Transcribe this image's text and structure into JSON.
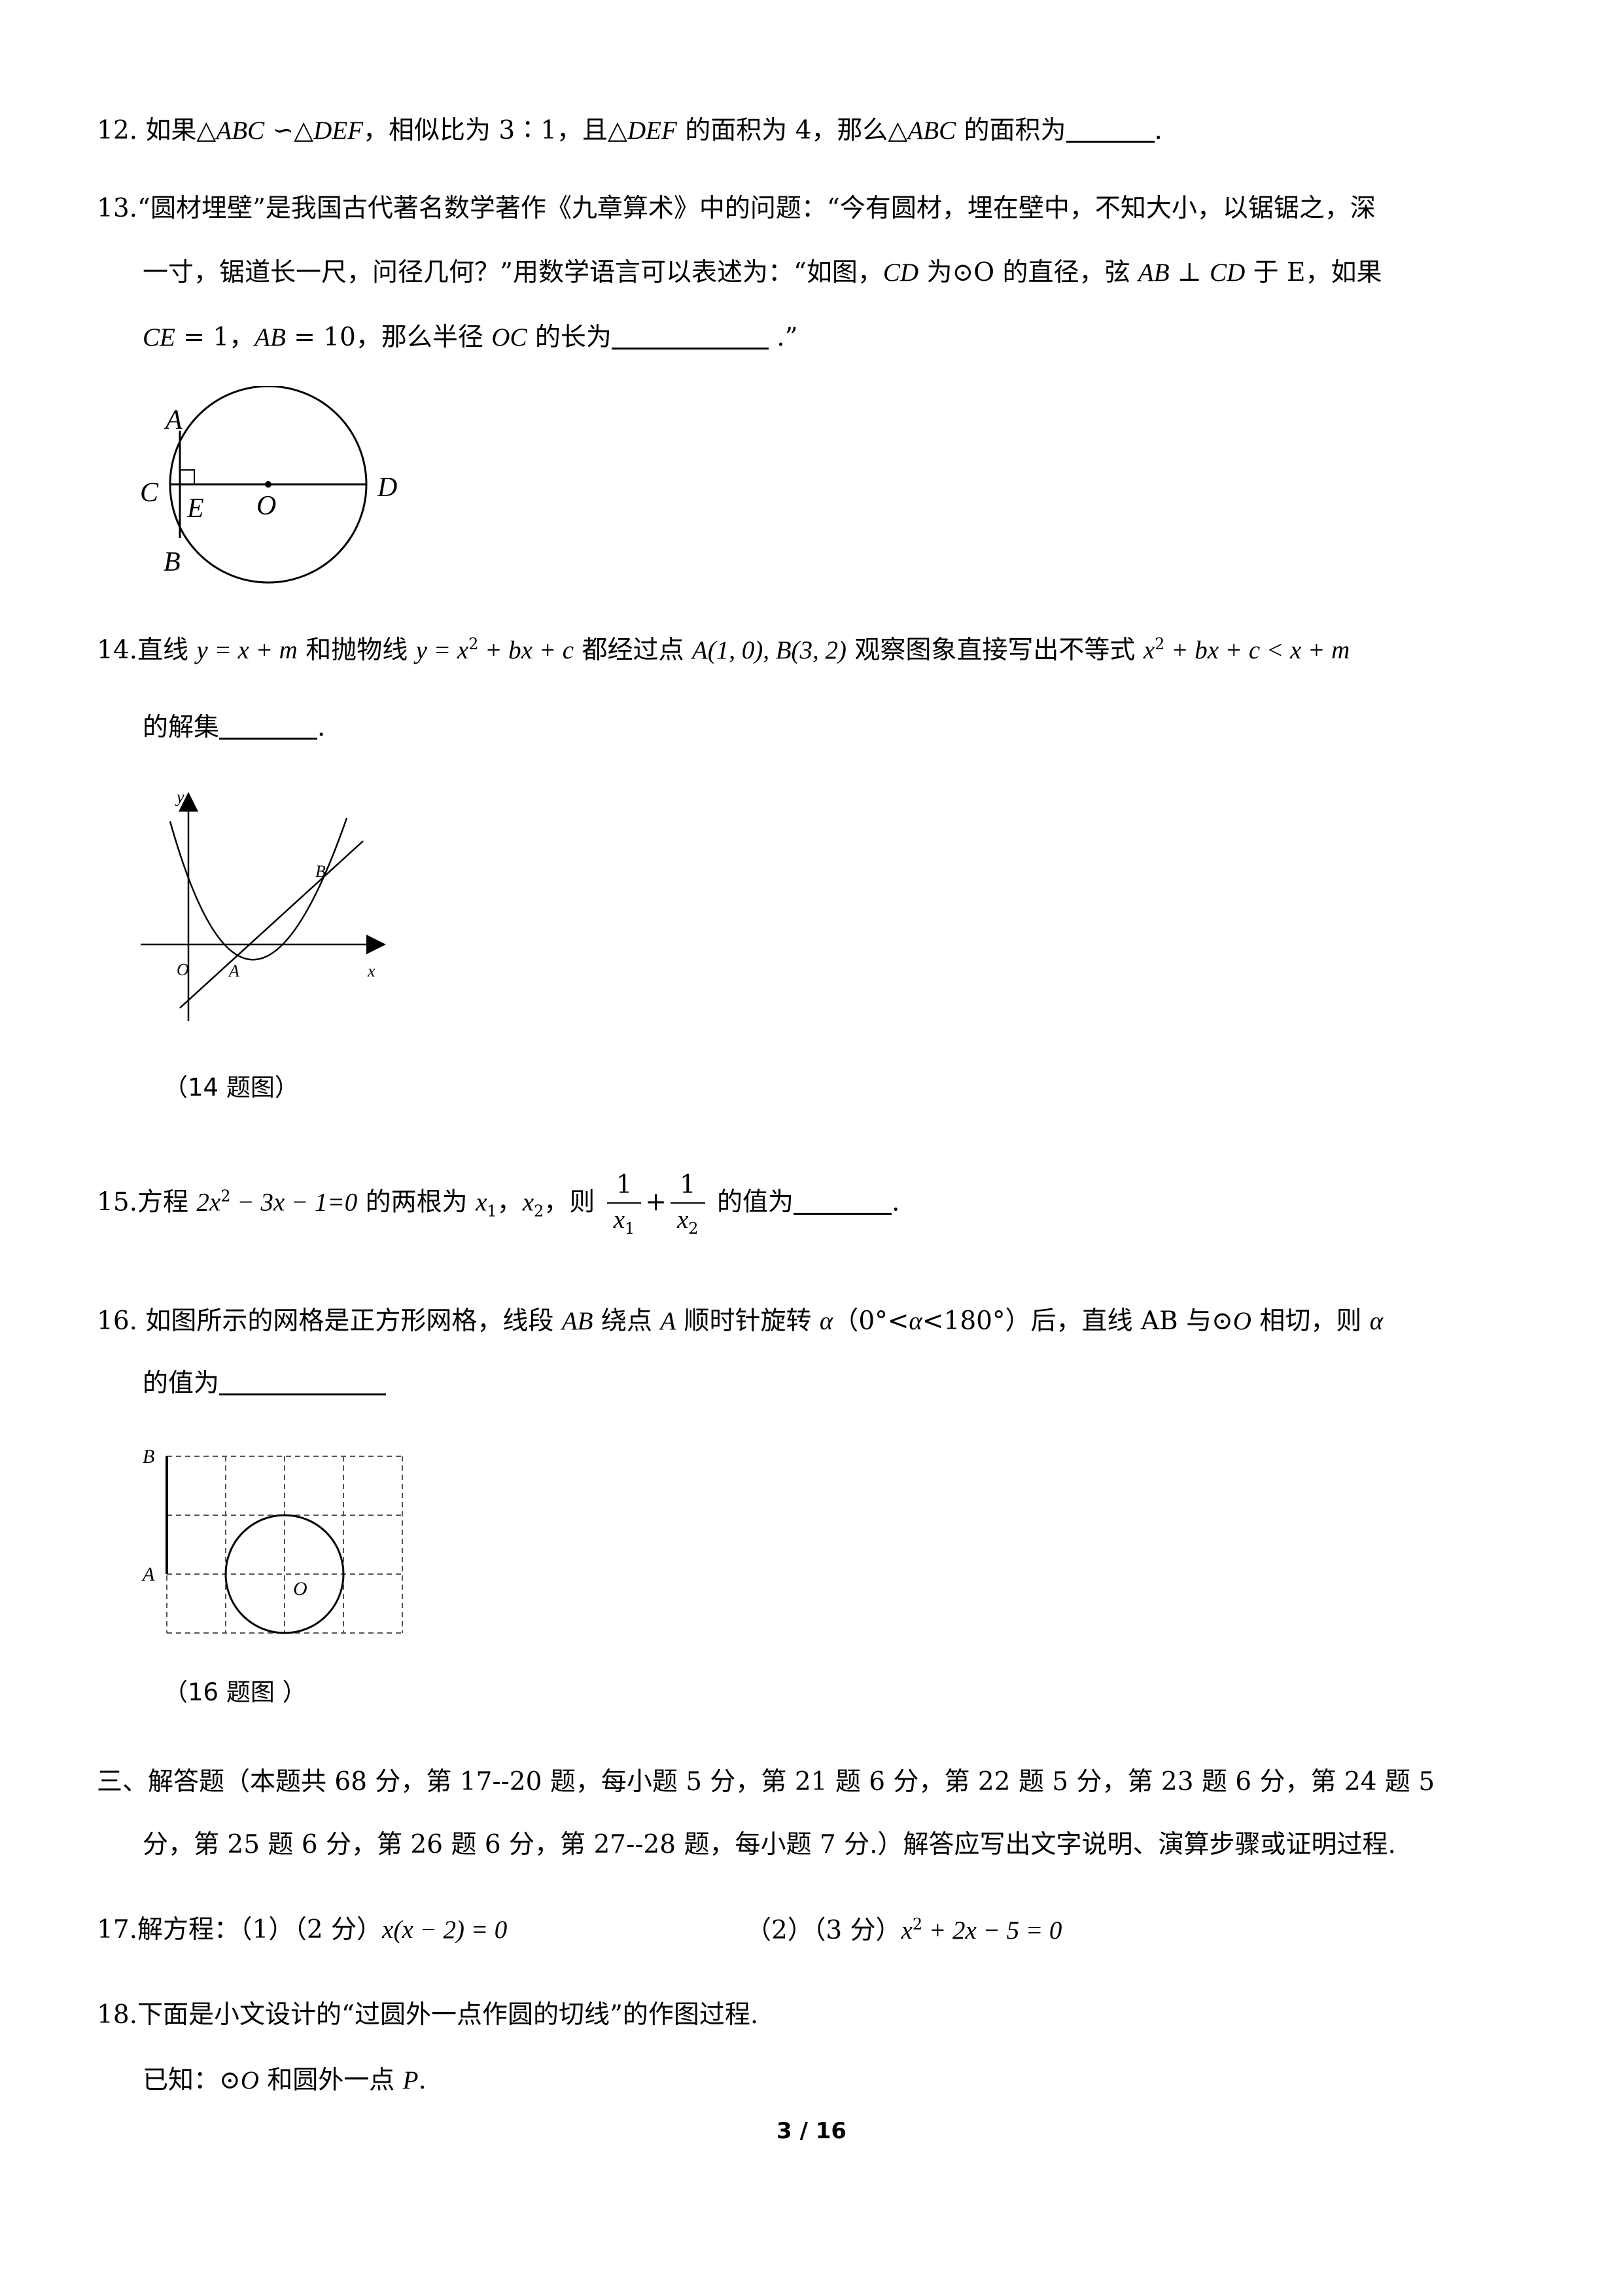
{
  "q12": {
    "text_a": "12. 如果△",
    "abc": "ABC",
    "sim": " ∽△",
    "def": "DEF",
    "text_b": "，相似比为 3∶1，且△",
    "def2": "DEF",
    "text_c": " 的面积为 4，那么△",
    "abc2": "ABC",
    "text_d": " 的面积为",
    "text_e": "."
  },
  "q13": {
    "line1": "13.“圆材埋壁”是我国古代著名数学著作《九章算术》中的问题：“今有圆材，埋在壁中，不知大小，以锯锯之，深",
    "line2_a": "一寸，锯道长一尺，问径几何？”用数学语言可以表述为：“如图，",
    "cd": "CD",
    "line2_b": " 为⊙O 的直径，弦 ",
    "ab": "AB",
    "perp": " ⊥ ",
    "cd2": "CD",
    "line2_c": " 于 E，如果",
    "ce": "CE",
    "line3_a": " = 1，",
    "ab2": "AB",
    "line3_b": " = 10，那么半径 ",
    "oc": "OC",
    "line3_c": " 的长为",
    "line3_d": " .”",
    "fig_labels": {
      "A": "A",
      "B": "B",
      "C": "C",
      "D": "D",
      "E": "E",
      "O": "O"
    }
  },
  "q14": {
    "lead": "14.直线 ",
    "line_eq": "y = x + m",
    "mid1": " 和抛物线 ",
    "parab": "y = x",
    "parab_sup": "2",
    "parab_rest": " + bx + c",
    "mid2": " 都经过点 ",
    "pts": "A(1, 0), B(3, 2)",
    "mid3": " 观察图象直接写出不等式 ",
    "ineq_a": "x",
    "ineq_sup": "2",
    "ineq_b": " + bx + c < x + m",
    "line2": "的解集",
    "line2_end": ".",
    "fig_labels": {
      "y": "y",
      "x": "x",
      "O": "O",
      "A": "A",
      "B": "B"
    },
    "caption": "（14 题图）"
  },
  "q15": {
    "lead": "15.方程 ",
    "eq": "2x",
    "eq_sup": "2",
    "eq_rest": " − 3x − 1=0",
    "mid": " 的两根为 ",
    "x": "x",
    "sub1": "1",
    "sep": "，",
    "sub2": "2",
    "then": "，则 ",
    "one": "1",
    "plus": "+",
    "tail": " 的值为",
    "end": "."
  },
  "q16": {
    "line1_a": "16.   如图所示的网格是正方形网格，线段 ",
    "ab": "AB",
    "line1_b": " 绕点 ",
    "a": "A",
    "line1_c": " 顺时针旋转 ",
    "alpha": "α",
    "line1_d": "（0°<",
    "alpha2": "α",
    "line1_e": "<180°）后，直线 AB 与⊙",
    "o": "O",
    "line1_f": " 相切，则 ",
    "alpha3": "α",
    "line2": "的值为",
    "fig_labels": {
      "A": "A",
      "B": "B",
      "O": "O"
    },
    "caption": "（16 题图 ）"
  },
  "section3": {
    "line1": "三、解答题（本题共 68 分，第 17--20 题，每小题 5 分，第 21 题 6 分，第 22 题 5 分，第 23 题 6 分，第 24 题 5",
    "line2": "分，第 25 题 6 分，第 26 题 6 分，第 27--28 题，每小题 7 分.）解答应写出文字说明、演算步骤或证明过程."
  },
  "q17": {
    "lead": "17.解方程：（1）（2 分）",
    "eq1": "x(x − 2) = 0",
    "part2": "（2）（3 分）",
    "eq2_a": "x",
    "eq2_sup": "2",
    "eq2_b": " + 2x − 5 = 0"
  },
  "q18": {
    "line1": "18.下面是小文设计的“过圆外一点作圆的切线”的作图过程.",
    "line2_a": "已知：⊙",
    "o": "O",
    "line2_b": " 和圆外一点 ",
    "p": "P",
    "line2_c": "."
  },
  "footer": {
    "page": "3 / 16"
  }
}
